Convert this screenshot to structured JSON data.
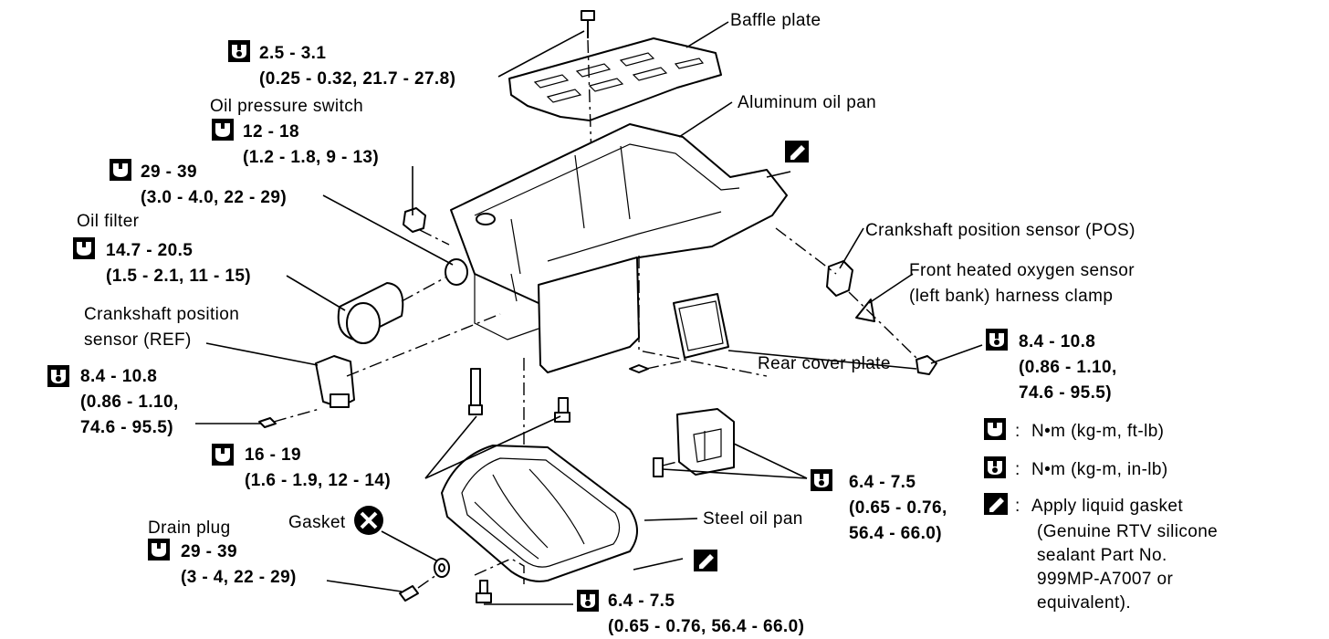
{
  "labels": {
    "baffle_plate": "Baffle plate",
    "aluminum_oil_pan": "Aluminum oil pan",
    "oil_pressure_switch": "Oil pressure switch",
    "oil_filter": "Oil filter",
    "crank_pos_sensor": "Crankshaft position sensor (POS)",
    "front_o2_line1": "Front heated oxygen sensor",
    "front_o2_line2": "(left bank) harness clamp",
    "crank_ref_line1": "Crankshaft position",
    "crank_ref_line2": "sensor (REF)",
    "rear_cover_plate": "Rear cover plate",
    "steel_oil_pan": "Steel oil pan",
    "gasket": "Gasket",
    "drain_plug": "Drain plug"
  },
  "torques": {
    "baffle": {
      "line1": "2.5 - 3.1",
      "line2": "(0.25 - 0.32, 21.7 - 27.8)"
    },
    "oil_pressure_switch": {
      "line1": "12 - 18",
      "line2": "(1.2 - 1.8, 9 - 13)"
    },
    "filter_stud": {
      "line1": "29 - 39",
      "line2": "(3.0 - 4.0, 22 - 29)"
    },
    "oil_filter": {
      "line1": "14.7 - 20.5",
      "line2": "(1.5 - 2.1, 11 - 15)"
    },
    "crank_ref": {
      "line1": "8.4 - 10.8",
      "line2": "(0.86 - 1.10,",
      "line3": "74.6 - 95.5)"
    },
    "pan_bolts": {
      "line1": "16 - 19",
      "line2": "(1.6 - 1.9, 12 - 14)"
    },
    "drain_plug": {
      "line1": "29 - 39",
      "line2": "(3 - 4, 22 - 29)"
    },
    "steel_pan_bolts": {
      "line1": "6.4 - 7.5",
      "line2": "(0.65 - 0.76, 56.4 - 66.0)"
    },
    "rear_cover": {
      "line1": "6.4 - 7.5",
      "line2": "(0.65 - 0.76,",
      "line3": "56.4 - 66.0)"
    },
    "crank_pos": {
      "line1": "8.4 - 10.8",
      "line2": "(0.86 - 1.10,",
      "line3": "74.6 - 95.5)"
    }
  },
  "legend": {
    "ftlb": "N•m (kg-m, ft-lb)",
    "inlb": "N•m (kg-m, in-lb)",
    "gasket_l1": "Apply liquid gasket",
    "gasket_l2": "(Genuine RTV silicone",
    "gasket_l3": "sealant Part No.",
    "gasket_l4": "999MP-A7007 or",
    "gasket_l5": "equivalent).",
    "colon": ":"
  },
  "icons": {
    "wrench_ftlb": "torque-wrench-ftlb-icon",
    "wrench_inlb": "torque-wrench-inlb-icon",
    "liquid_gasket": "liquid-gasket-icon",
    "replace": "do-not-reuse-icon"
  }
}
